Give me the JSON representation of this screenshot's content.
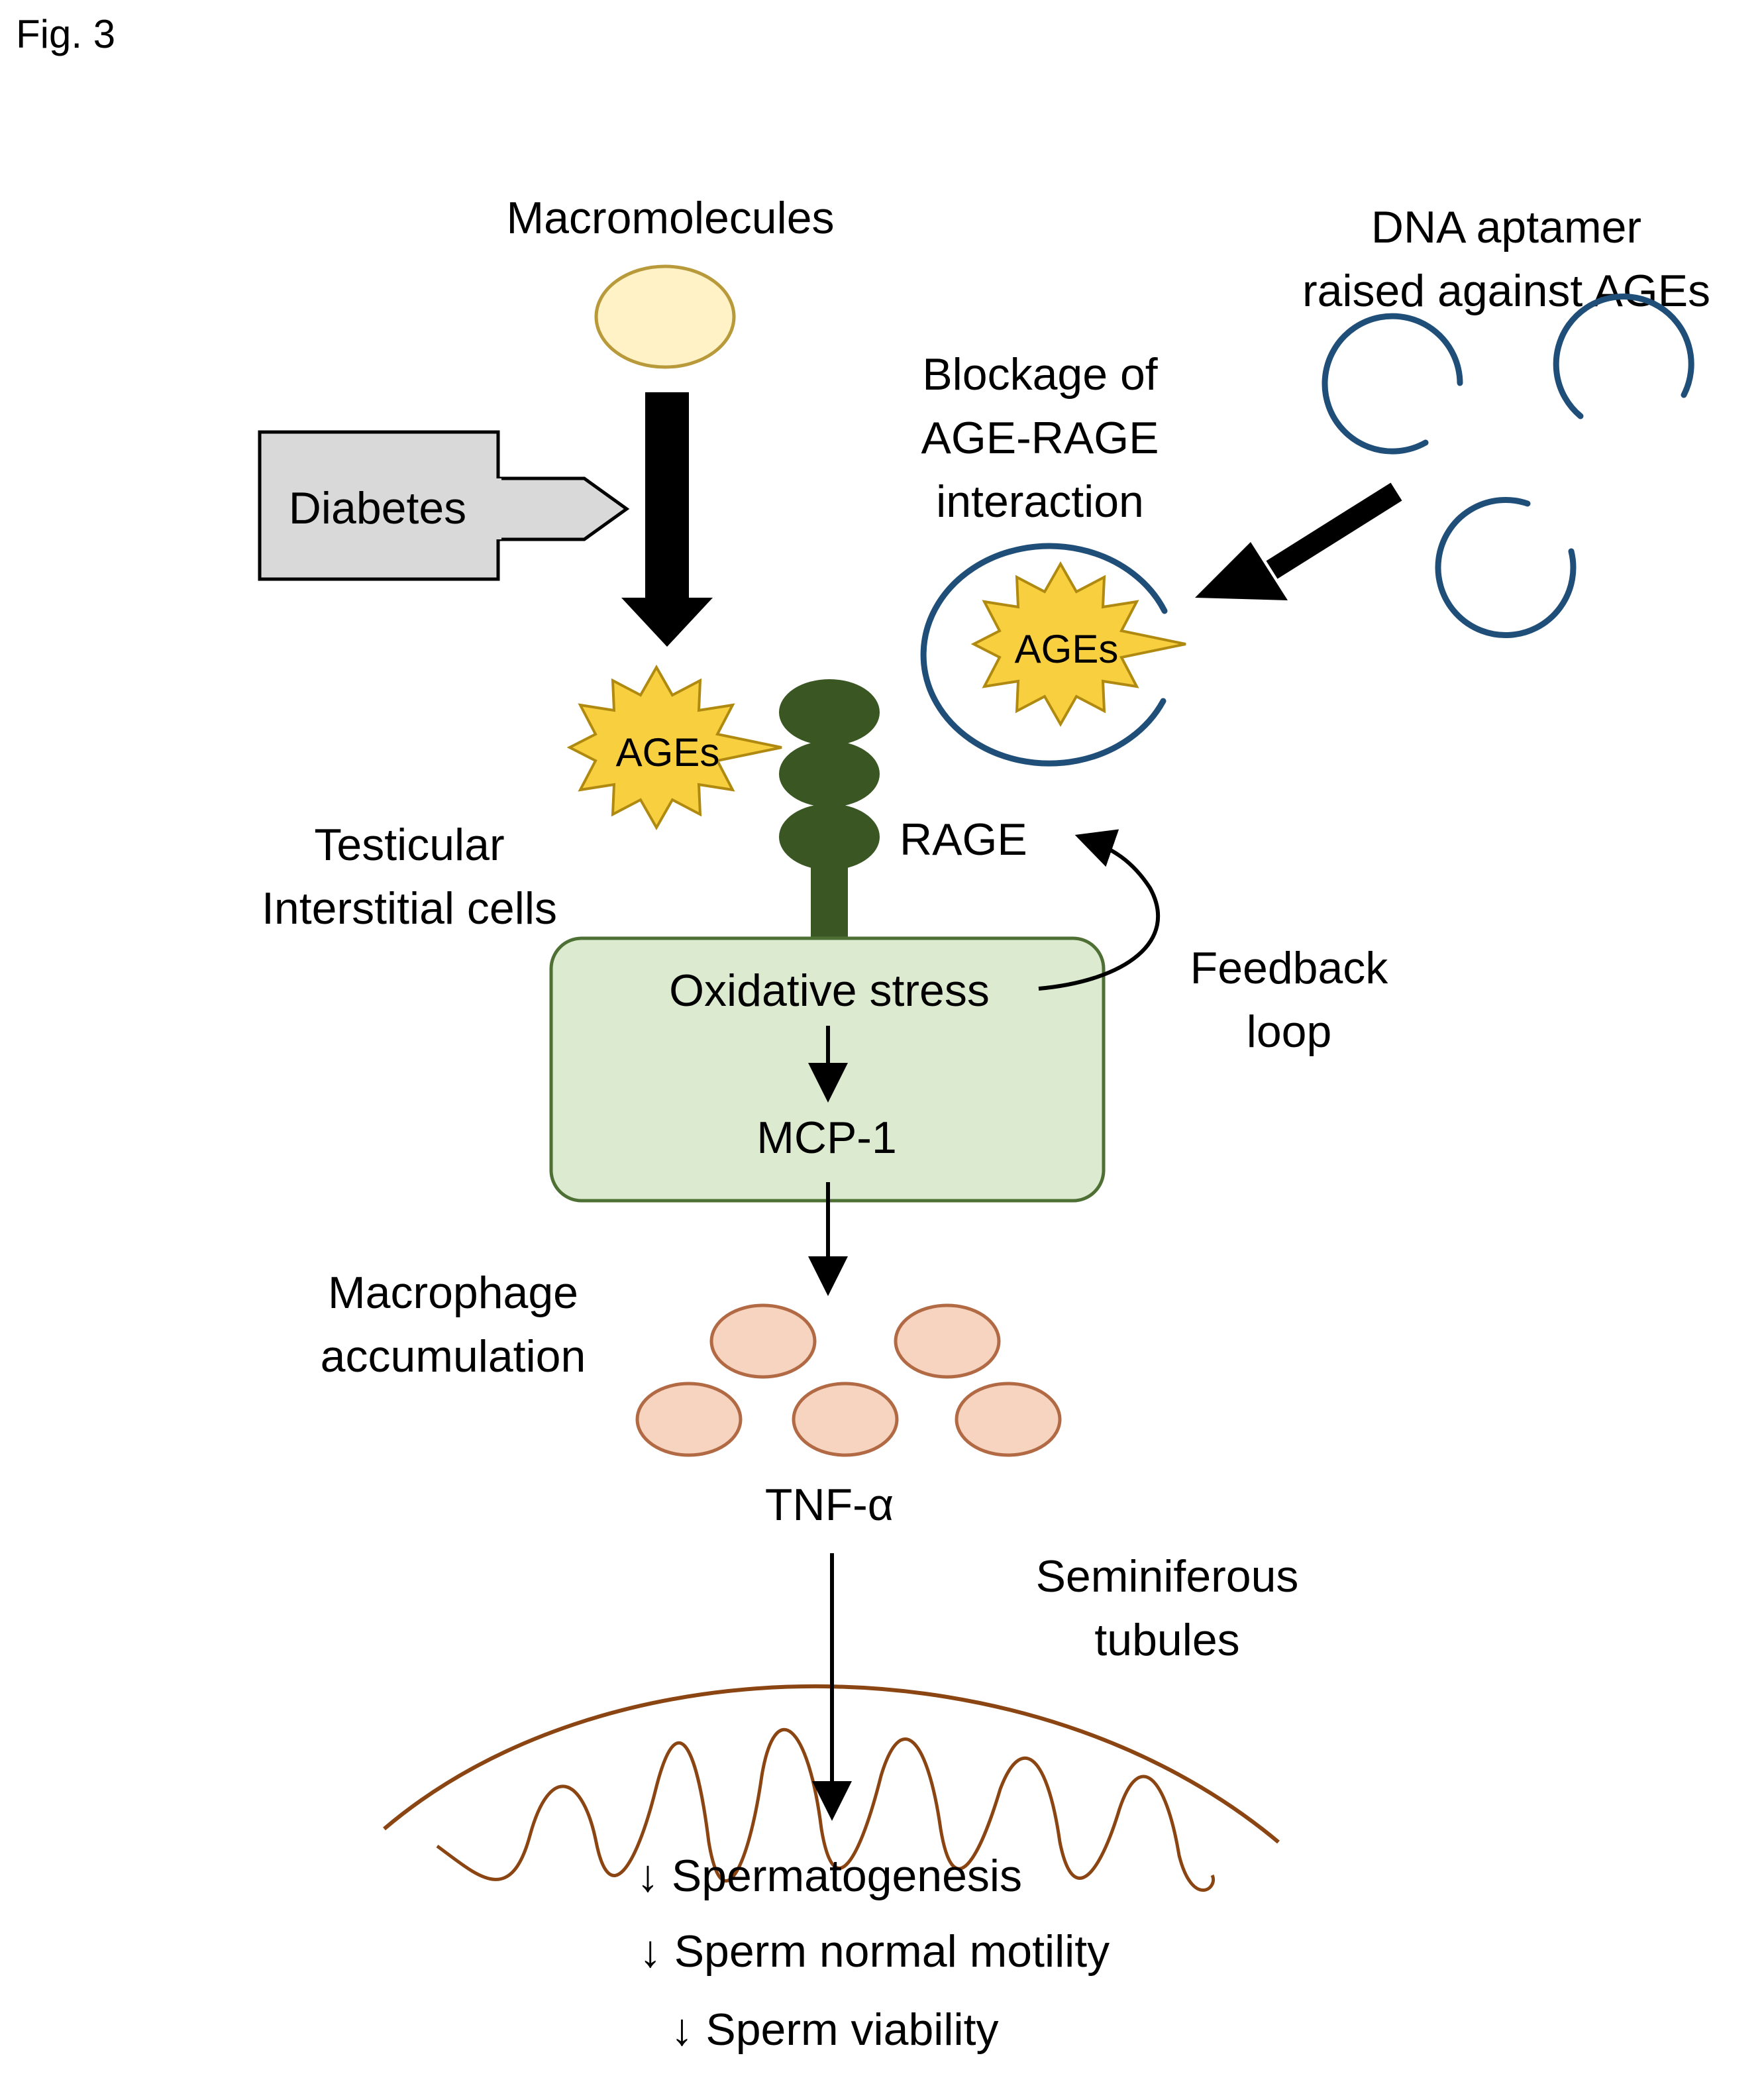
{
  "figure_label": "Fig. 3",
  "labels": {
    "macromolecules": "Macromolecules",
    "diabetes": "Diabetes",
    "ages_receptor": "AGEs",
    "ages_bound": "AGEs",
    "aptamer_line1": "DNA aptamer",
    "aptamer_line2": "raised against AGEs",
    "blockage_line1": "Blockage of",
    "blockage_line2": "AGE-RAGE",
    "blockage_line3": "interaction",
    "rage": "RAGE",
    "testicular_line1": "Testicular",
    "testicular_line2": "Interstitial cells",
    "oxidative_stress": "Oxidative stress",
    "mcp1": "MCP-1",
    "feedback_line1": "Feedback",
    "feedback_line2": "loop",
    "macrophage_line1": "Macrophage",
    "macrophage_line2": "accumulation",
    "tnf": "TNF-α",
    "seminiferous_line1": "Seminiferous",
    "seminiferous_line2": "tubules",
    "outcome1": "↓ Spermatogenesis",
    "outcome2": "↓ Sperm normal motility",
    "outcome3": "↓ Sperm viability"
  },
  "colors": {
    "macromolecule_fill": "#fff2c6",
    "macromolecule_stroke": "#b89a3a",
    "diabetes_fill": "#d9d9d9",
    "ages_fill": "#f7cf3f",
    "ages_stroke": "#b08a10",
    "rage_green": "#3a5723",
    "cell_box_fill": "#dcead0",
    "cell_box_stroke": "#4e7034",
    "aptamer_blue": "#1f4e79",
    "macrophage_fill": "#f6d4c0",
    "macrophage_stroke": "#b26a45",
    "tubule_brown": "#8b4513"
  }
}
